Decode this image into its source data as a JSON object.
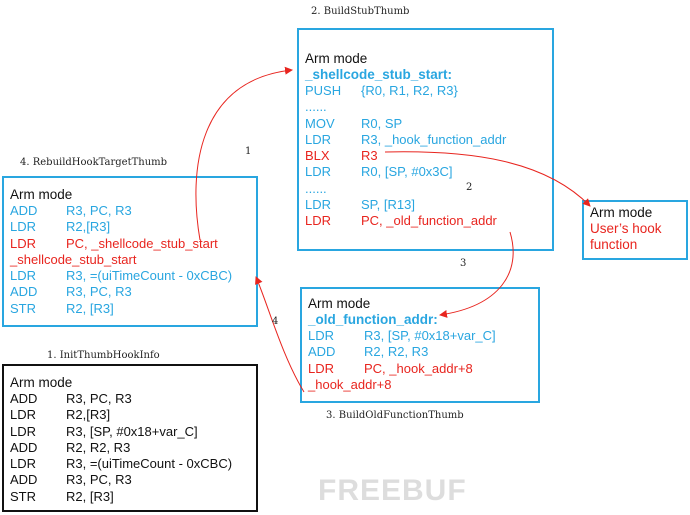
{
  "captions": {
    "build_stub": "2. BuildStubThumb",
    "rebuild_hook": "4. RebuildHookTargetThumb",
    "init_thumb": "1. InitThumbHookInfo",
    "build_old": "3. BuildOldFunctionThumb"
  },
  "stub_box": {
    "title": "Arm mode",
    "label": "_shellcode_stub_start:",
    "rows": [
      {
        "op": "PUSH",
        "arg": "{R0, R1, R2, R3}",
        "color": "blue"
      },
      {
        "op": "......",
        "arg": "",
        "color": "blue"
      },
      {
        "op": "MOV",
        "arg": "R0, SP",
        "color": "blue"
      },
      {
        "op": "LDR",
        "arg": "R3, _hook_function_addr",
        "color": "blue"
      },
      {
        "op": "BLX",
        "arg": "R3",
        "color": "red"
      },
      {
        "op": "LDR",
        "arg": "R0, [SP, #0x3C]",
        "color": "blue"
      },
      {
        "op": "......",
        "arg": "",
        "color": "blue"
      },
      {
        "op": "LDR",
        "arg": "SP, [R13]",
        "color": "blue"
      },
      {
        "op": "LDR",
        "arg": "PC, _old_function_addr",
        "color": "red"
      }
    ]
  },
  "rebuild_box": {
    "title": "Arm mode",
    "rows": [
      {
        "op": "ADD",
        "arg": "R3, PC, R3",
        "color": "blue"
      },
      {
        "op": "LDR",
        "arg": "R2,[R3]",
        "color": "blue"
      },
      {
        "op": "LDR",
        "arg": "PC, _shellcode_stub_start",
        "color": "red"
      }
    ],
    "continuation": "_shellcode_stub_start",
    "rows2": [
      {
        "op": "LDR",
        "arg": "R3, =(uiTimeCount - 0xCBC)",
        "color": "blue"
      },
      {
        "op": "ADD",
        "arg": "R3, PC, R3",
        "color": "blue"
      },
      {
        "op": "STR",
        "arg": "R2, [R3]",
        "color": "blue"
      }
    ]
  },
  "init_box": {
    "title": "Arm mode",
    "rows": [
      {
        "op": "ADD",
        "arg": "R3, PC, R3",
        "color": "black"
      },
      {
        "op": "LDR",
        "arg": "R2,[R3]",
        "color": "black"
      },
      {
        "op": "LDR",
        "arg": "R3, [SP, #0x18+var_C]",
        "color": "black"
      },
      {
        "op": "ADD",
        "arg": "R2, R2, R3",
        "color": "black"
      },
      {
        "op": "LDR",
        "arg": "R3, =(uiTimeCount - 0xCBC)",
        "color": "black"
      },
      {
        "op": "ADD",
        "arg": "R3, PC, R3",
        "color": "black"
      },
      {
        "op": "STR",
        "arg": "R2, [R3]",
        "color": "black"
      }
    ]
  },
  "old_box": {
    "title": "Arm mode",
    "label": "_old_function_addr:",
    "rows": [
      {
        "op": "LDR",
        "arg": "R3, [SP, #0x18+var_C]",
        "color": "blue"
      },
      {
        "op": "ADD",
        "arg": "R2, R2, R3",
        "color": "blue"
      },
      {
        "op": "LDR",
        "arg": "PC, _hook_addr+8",
        "color": "red"
      }
    ],
    "continuation": "_hook_addr+8"
  },
  "hook_box": {
    "title": "Arm mode",
    "lines": [
      "User’s hook",
      "function"
    ]
  },
  "arrow_numbers": [
    "1",
    "2",
    "3",
    "4"
  ],
  "watermark": "FREEBUF",
  "colors": {
    "blue": "#29a6e0",
    "red": "#e8251f",
    "black": "#111111"
  }
}
